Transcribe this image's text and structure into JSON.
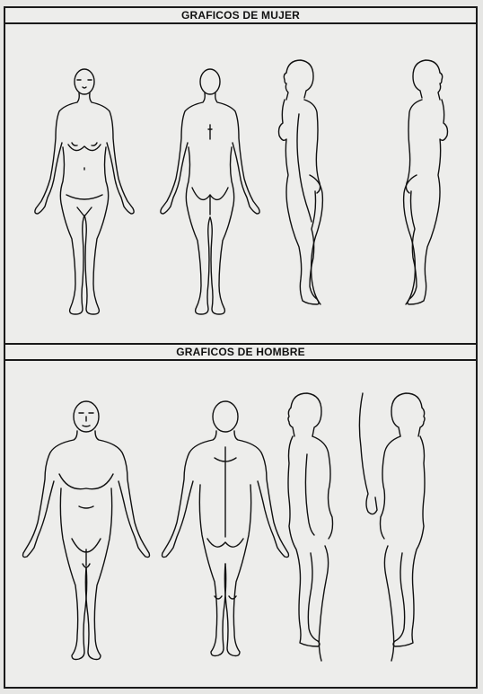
{
  "sections": {
    "female": {
      "title": "GRAFICOS DE MUJER"
    },
    "male": {
      "title": "GRAFICOS DE HOMBRE"
    }
  },
  "figures": {
    "female": [
      "female-front-figure",
      "female-back-figure",
      "female-right-profile-figure",
      "female-left-profile-figure"
    ],
    "male": [
      "male-front-figure",
      "male-back-figure",
      "male-right-profile-figure",
      "male-left-profile-figure"
    ]
  },
  "colors": {
    "line": "#111111",
    "paper": "#e6e6e4",
    "bleed_through": "#c4c4c4"
  }
}
